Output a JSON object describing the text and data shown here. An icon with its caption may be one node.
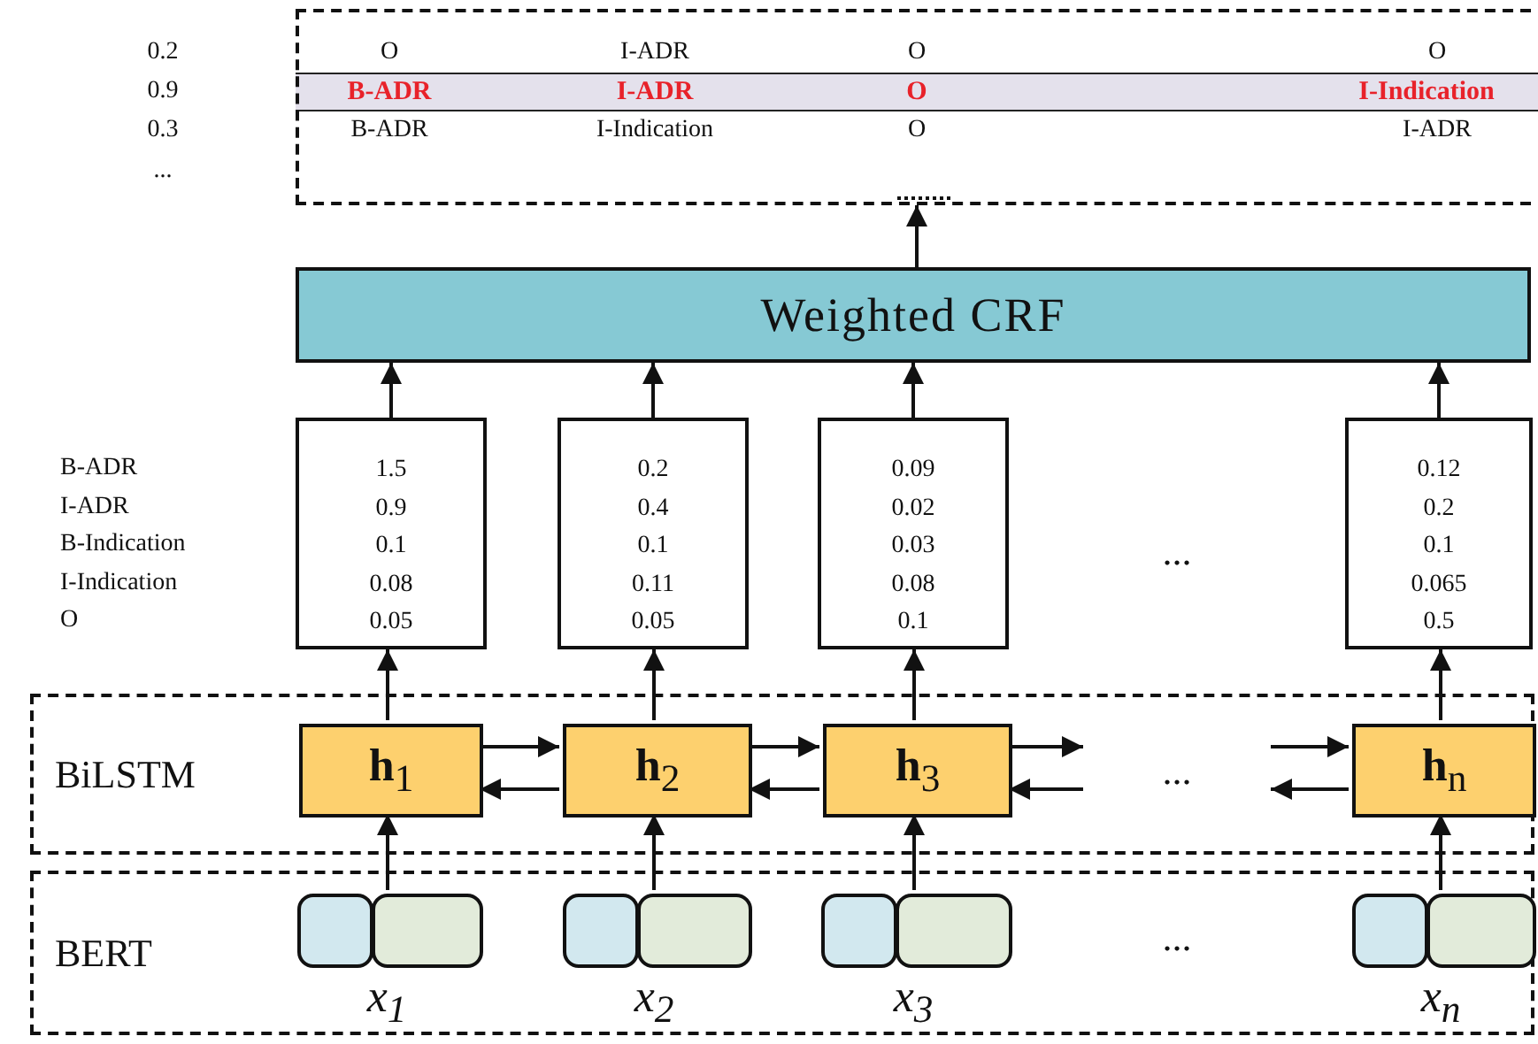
{
  "diagram": {
    "nodes": [
      {
        "text": [],
        "shape": "box"
      },
      {
        "text": [
          "Weighted CRF"
        ]
      },
      {
        "text": [
          "1.5",
          "0.9",
          "0.1",
          "0.08",
          "0.05"
        ]
      },
      {
        "text": [
          "0.2",
          "0.4",
          "0.1",
          "0.11",
          "0.05"
        ]
      },
      {
        "text": [
          "0.09",
          "0.02",
          "0.03",
          "0.08",
          "0.1"
        ]
      },
      {
        "text": [
          "0.12",
          "0.2",
          "0.1",
          "0.065",
          "0.5"
        ]
      },
      {
        "text": [
          "BiLSTM"
        ]
      },
      {
        "text": [
          "**h**$_{1}$"
        ],
        "in": 6
      },
      {
        "text": [
          "**h**$_{2}$"
        ],
        "in": 6
      },
      {
        "text": [
          "**h**$_{3}$"
        ],
        "in": 6
      },
      {
        "text": [
          "**h**$_{n}$"
        ],
        "in": 6
      },
      {
        "text": [
          "BERT"
        ]
      },
      {
        "text": [],
        "shape": "box",
        "in": 11,
        "beside": [
          "x$_{1}$"
        ]
      },
      {
        "text": [],
        "shape": "box",
        "in": 11,
        "beside": [
          "x$_{2}$"
        ]
      },
      {
        "text": [],
        "shape": "box",
        "in": 11,
        "beside": [
          "x$_{3}$"
        ]
      },
      {
        "text": [],
        "shape": "box",
        "in": 11,
        "beside": [
          "x$_{n}$"
        ]
      }
    ],
    "edges": [
      {
        "from": 1,
        "to": 0,
        "arrow": "to"
      },
      {
        "from": 2,
        "to": 1,
        "arrow": "to"
      },
      {
        "from": 3,
        "to": 1,
        "arrow": "to"
      },
      {
        "from": 4,
        "to": 1,
        "arrow": "to"
      },
      {
        "from": 5,
        "to": 1,
        "arrow": "to"
      },
      {
        "from": 7,
        "to": 2,
        "arrow": "to"
      },
      {
        "from": 8,
        "to": 3,
        "arrow": "to"
      },
      {
        "from": 9,
        "to": 4,
        "arrow": "to"
      },
      {
        "from": 10,
        "to": 5,
        "arrow": "to"
      },
      {
        "from": 12,
        "to": 7,
        "arrow": "to"
      },
      {
        "from": 13,
        "to": 8,
        "arrow": "to"
      },
      {
        "from": 14,
        "to": 9,
        "arrow": "to"
      },
      {
        "from": 15,
        "to": 10,
        "arrow": "to"
      },
      {
        "from": 7,
        "to": 8,
        "arrow": "to"
      },
      {
        "from": 8,
        "to": 7,
        "arrow": "to"
      },
      {
        "from": 8,
        "to": 9,
        "arrow": "to"
      },
      {
        "from": 9,
        "to": 8,
        "arrow": "to"
      },
      {
        "from": 9,
        "to": null,
        "arrow": "to"
      },
      {
        "from": null,
        "to": 9,
        "arrow": "to"
      },
      {
        "from": null,
        "to": 10,
        "arrow": "to"
      },
      {
        "from": 10,
        "to": null,
        "arrow": "to"
      }
    ],
    "labels": [
      "0.2",
      "0.9",
      "0.3",
      "...",
      "O",
      "I-ADR",
      "O",
      "O",
      "B-ADR",
      "I-ADR",
      "O",
      "I-Indication",
      "B-ADR",
      "I-Indication",
      "O",
      "I-ADR",
      "B-ADR",
      "I-ADR",
      "B-Indication",
      "I-Indication",
      "O",
      "...",
      "...",
      "..."
    ]
  }
}
